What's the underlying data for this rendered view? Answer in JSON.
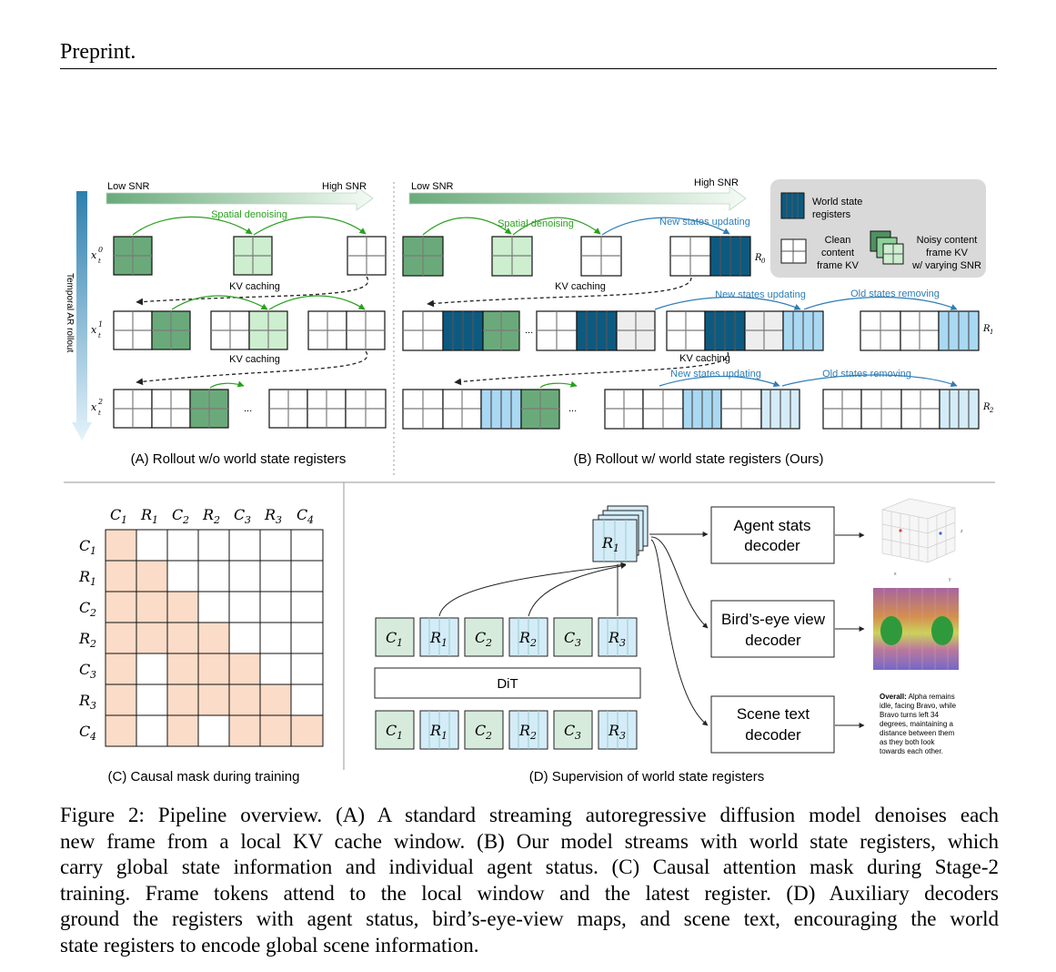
{
  "header": {
    "text": "Preprint."
  },
  "figure": {
    "a": {
      "low_snr": "Low SNR",
      "high_snr": "High SNR",
      "spatial_denoising": "Spatial denoising",
      "kv_caching": "KV caching",
      "temporal_axis": "Temporal AR rollout",
      "ellipsis": "...",
      "row_labels": [
        "x",
        "x",
        "x"
      ],
      "row_sup": [
        "0",
        "1",
        "2"
      ],
      "row_sub": [
        "t",
        "t",
        "t"
      ],
      "caption": "(A) Rollout w/o world state registers"
    },
    "b": {
      "low_snr": "Low SNR",
      "high_snr": "High SNR",
      "spatial_denoising": "Spatial denoising",
      "kv_caching": "KV caching",
      "new_states_updating": "New states updating",
      "old_states_removing": "Old states removing",
      "ellipsis": "...",
      "r_labels": [
        "R",
        "R",
        "R"
      ],
      "r_subs": [
        "0",
        "1",
        "2"
      ],
      "caption": "(B) Rollout w/ world state registers (Ours)"
    },
    "legend": {
      "world_state": "World state registers",
      "clean": "Clean content frame KV",
      "noisy": "Noisy content frame KV w/ varying SNR"
    },
    "c": {
      "labels": [
        "C",
        "R",
        "C",
        "R",
        "C",
        "R",
        "C"
      ],
      "subs": [
        "1",
        "1",
        "2",
        "2",
        "3",
        "3",
        "4"
      ],
      "caption": "(C) Causal mask during training"
    },
    "d": {
      "tokens": [
        "C",
        "R",
        "C",
        "R",
        "C",
        "R"
      ],
      "token_subs": [
        "1",
        "1",
        "2",
        "2",
        "3",
        "3"
      ],
      "dit": "DiT",
      "reg_label": "R",
      "reg_sub": "1",
      "decoder1": [
        "Agent stats",
        "decoder"
      ],
      "decoder2": [
        "Bird’s-eye view",
        "decoder"
      ],
      "decoder3": [
        "Scene text",
        "decoder"
      ],
      "plot_ticks": {
        "x": "x",
        "y": "y",
        "z": "z"
      },
      "scene_text_bold": "Overall:",
      "scene_text_lines": [
        " Alpha remains",
        "idle, facing Bravo, while",
        "Bravo turns left 34",
        "degrees, maintaining a",
        "distance between them",
        "as they both look",
        "towards each other."
      ],
      "caption": "(D) Supervision of world state registers"
    }
  },
  "caption": {
    "lines": [
      "Figure 2: Pipeline overview. (A) A standard streaming autoregressive diffusion model denoises each",
      "new frame from a local KV cache window. (B) Our model streams with world state registers, which",
      "carry global state information and individual agent status. (C) Causal attention mask during Stage-2",
      "training. Frame tokens attend to the local window and the latest register. (D) Auxiliary decoders",
      "ground the registers with agent status, bird’s-eye-view maps, and scene text, encouraging the world",
      "state registers to encode global scene information."
    ]
  },
  "colors": {
    "dark_green": "#6aaa7a",
    "light_green": "#cdeecf",
    "dark_blue": "#0d5a80",
    "light_blue": "#a9d8f3",
    "very_light_blue": "#d4ecf8",
    "green_arrow": "#2aa01f",
    "blue_arrow": "#2e7db5",
    "mask_fill": "#fbdcc8",
    "token_green": "#d7ebdd",
    "legend_bg": "#d9d9d9"
  }
}
